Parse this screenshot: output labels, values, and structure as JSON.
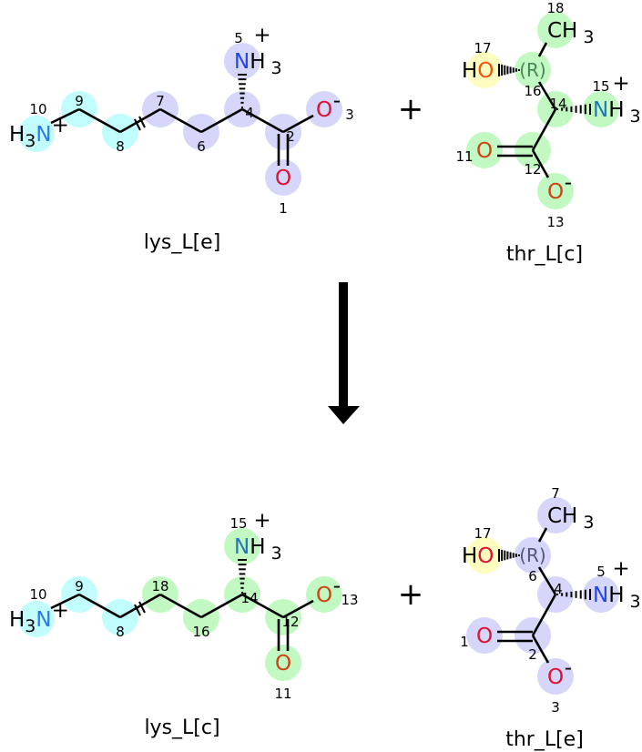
{
  "reaction": {
    "plus_sign": "+",
    "arrow": "reaction-arrow",
    "molecules": [
      {
        "name": "lys_L[e]",
        "template": "lys",
        "atoms": [
          {
            "number": "10",
            "element": "N",
            "prefix": "H",
            "subscript": "3",
            "charge": "+",
            "halo": "#c2fdfd",
            "color": "#2a7ae8"
          },
          {
            "number": "9",
            "element": "",
            "halo": "#c2fdfd"
          },
          {
            "number": "8",
            "element": "",
            "halo": "#c2fdfd"
          },
          {
            "number": "7",
            "element": "",
            "halo": "#d6d6fb"
          },
          {
            "number": "6",
            "element": "",
            "halo": "#d6d6fb"
          },
          {
            "number": "4",
            "element": "",
            "halo": "#d6d6fb"
          },
          {
            "number": "5",
            "element": "N",
            "suffix": "H",
            "subscript": "3",
            "charge": "+",
            "halo": "#d6d6fb",
            "color": "#2244ee"
          },
          {
            "number": "2",
            "element": "",
            "halo": "#d6d6fb"
          },
          {
            "number": "3",
            "element": "O",
            "charge": "-",
            "halo": "#d6d6fb",
            "color": "#dd1133"
          },
          {
            "number": "1",
            "element": "O",
            "halo": "#d6d6fb",
            "color": "#dd1133"
          }
        ]
      },
      {
        "name": "thr_L[c]",
        "template": "thr",
        "atoms": [
          {
            "number": "18",
            "element": "CH",
            "subscript": "3",
            "halo": "#c2f8c2",
            "color": "#000000"
          },
          {
            "number": "16",
            "element": "(R)",
            "halo": "#c2f8c2",
            "color": "#448855"
          },
          {
            "number": "17",
            "element": "O",
            "prefix": "H",
            "halo": "#fdfdc0",
            "color": "#ee5511"
          },
          {
            "number": "14",
            "element": "",
            "halo": "#c2f8c2"
          },
          {
            "number": "15",
            "element": "N",
            "suffix": "H",
            "subscript": "3",
            "charge": "+",
            "halo": "#c2f8c2",
            "color": "#2277bb"
          },
          {
            "number": "12",
            "element": "",
            "halo": "#c2f8c2"
          },
          {
            "number": "11",
            "element": "O",
            "halo": "#c2f8c2",
            "color": "#cc4411"
          },
          {
            "number": "13",
            "element": "O",
            "charge": "-",
            "halo": "#c2f8c2",
            "color": "#cc4411"
          }
        ]
      },
      {
        "name": "lys_L[c]",
        "template": "lys",
        "atoms": [
          {
            "number": "10",
            "element": "N",
            "prefix": "H",
            "subscript": "3",
            "charge": "+",
            "halo": "#c2fdfd",
            "color": "#2a7ae8"
          },
          {
            "number": "9",
            "element": "",
            "halo": "#c2fdfd"
          },
          {
            "number": "8",
            "element": "",
            "halo": "#c2fdfd"
          },
          {
            "number": "18",
            "element": "",
            "halo": "#c2f8c2"
          },
          {
            "number": "16",
            "element": "",
            "halo": "#c2f8c2"
          },
          {
            "number": "14",
            "element": "",
            "halo": "#c2f8c2"
          },
          {
            "number": "15",
            "element": "N",
            "suffix": "H",
            "subscript": "3",
            "charge": "+",
            "halo": "#c2f8c2",
            "color": "#2277bb"
          },
          {
            "number": "12",
            "element": "",
            "halo": "#c2f8c2"
          },
          {
            "number": "13",
            "element": "O",
            "charge": "-",
            "halo": "#c2f8c2",
            "color": "#cc4411"
          },
          {
            "number": "11",
            "element": "O",
            "halo": "#c2f8c2",
            "color": "#cc4411"
          }
        ]
      },
      {
        "name": "thr_L[e]",
        "template": "thr",
        "atoms": [
          {
            "number": "7",
            "element": "CH",
            "subscript": "3",
            "halo": "#d6d6fb",
            "color": "#000000"
          },
          {
            "number": "6",
            "element": "(R)",
            "halo": "#d6d6fb",
            "color": "#555577"
          },
          {
            "number": "17",
            "element": "O",
            "prefix": "H",
            "halo": "#fdfdc0",
            "color": "#dd1133"
          },
          {
            "number": "4",
            "element": "",
            "halo": "#d6d6fb"
          },
          {
            "number": "5",
            "element": "N",
            "suffix": "H",
            "subscript": "3",
            "charge": "+",
            "halo": "#d6d6fb",
            "color": "#2244ee"
          },
          {
            "number": "2",
            "element": "",
            "halo": "#d6d6fb"
          },
          {
            "number": "1",
            "element": "O",
            "halo": "#d6d6fb",
            "color": "#dd1133"
          },
          {
            "number": "3",
            "element": "O",
            "charge": "-",
            "halo": "#d6d6fb",
            "color": "#dd1133"
          }
        ]
      }
    ]
  }
}
